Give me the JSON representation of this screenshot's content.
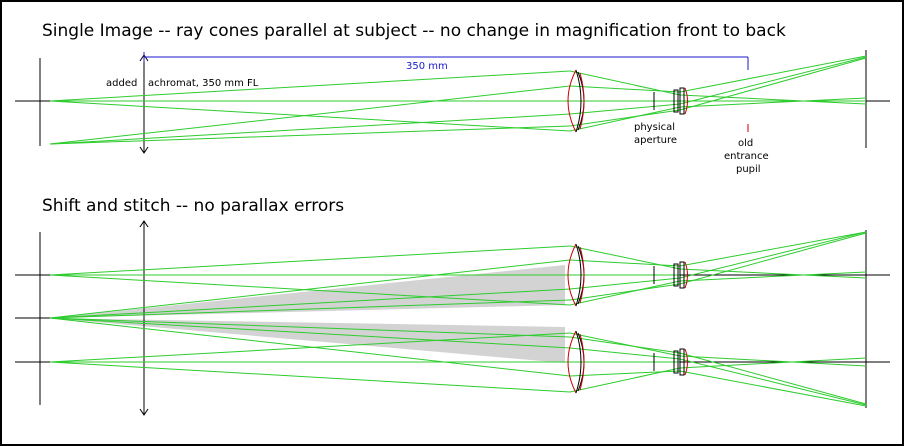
{
  "diagram1": {
    "title": "Single Image -- ray cones parallel at subject -- no change in magnification front to back",
    "label_added": "added",
    "label_lens": "achromat, 350 mm FL",
    "dimension": "350 mm",
    "label_aperture_1": "physical",
    "label_aperture_2": "aperture",
    "label_pupil_1": "old",
    "label_pupil_2": "entrance",
    "label_pupil_3": "pupil"
  },
  "diagram2": {
    "title": "Shift and stitch -- no parallax errors"
  },
  "colors": {
    "ray": "#2ecc2e",
    "lens_outline": "#cc0000",
    "dimension": "#1a1acc",
    "shading": "#d3d3d3"
  }
}
